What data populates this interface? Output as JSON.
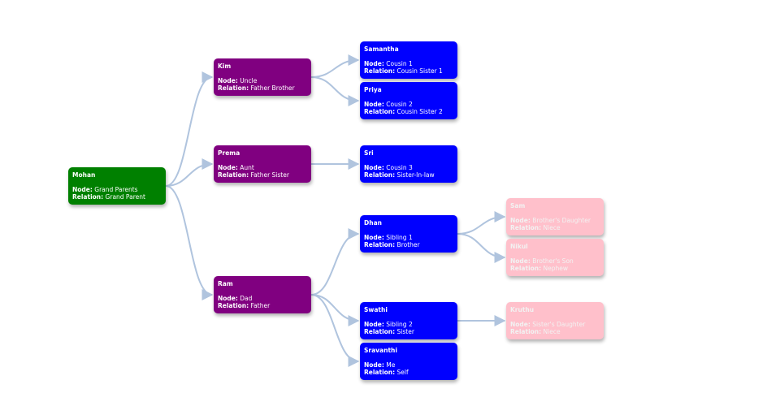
{
  "labels": {
    "node": "Node:",
    "relation": "Relation:"
  },
  "colors": {
    "grand_parent": "#008000",
    "parent_generation": "#800080",
    "self_generation": "#0000ff",
    "child_generation": "#ffc0cb",
    "link": "#b0c4de"
  },
  "nodes": [
    {
      "id": "mohan",
      "name": "Mohan",
      "node": "Grand Parents",
      "relation": "Grand Parent",
      "depth": 0,
      "parent": null
    },
    {
      "id": "kim",
      "name": "Kim",
      "node": "Uncle",
      "relation": "Father Brother",
      "depth": 1,
      "parent": "mohan"
    },
    {
      "id": "prema",
      "name": "Prema",
      "node": "Aunt",
      "relation": "Father Sister",
      "depth": 1,
      "parent": "mohan"
    },
    {
      "id": "ram",
      "name": "Ram",
      "node": "Dad",
      "relation": "Father",
      "depth": 1,
      "parent": "mohan"
    },
    {
      "id": "samantha",
      "name": "Samantha",
      "node": "Cousin 1",
      "relation": "Cousin Sister 1",
      "depth": 2,
      "parent": "kim"
    },
    {
      "id": "priya",
      "name": "Priya",
      "node": "Cousin 2",
      "relation": "Cousin Sister 2",
      "depth": 2,
      "parent": "kim"
    },
    {
      "id": "sri",
      "name": "Sri",
      "node": "Cousin 3",
      "relation": "Sister-In-law",
      "depth": 2,
      "parent": "prema"
    },
    {
      "id": "dhan",
      "name": "Dhan",
      "node": "Sibling 1",
      "relation": "Brother",
      "depth": 2,
      "parent": "ram"
    },
    {
      "id": "swathi",
      "name": "Swathi",
      "node": "Sibling 2",
      "relation": "Sister",
      "depth": 2,
      "parent": "ram"
    },
    {
      "id": "sravanthi",
      "name": "Sravanthi",
      "node": "Me",
      "relation": "Self",
      "depth": 2,
      "parent": "ram"
    },
    {
      "id": "sam",
      "name": "Sam",
      "node": "Brother's Daughter",
      "relation": "Niece",
      "depth": 3,
      "parent": "dhan"
    },
    {
      "id": "nikul",
      "name": "Nikul",
      "node": "Brother's Son",
      "relation": "Nephew",
      "depth": 3,
      "parent": "dhan"
    },
    {
      "id": "kruthu",
      "name": "Kruthu",
      "node": "Sister's Daughter",
      "relation": "Niece",
      "depth": 3,
      "parent": "swathi"
    }
  ]
}
